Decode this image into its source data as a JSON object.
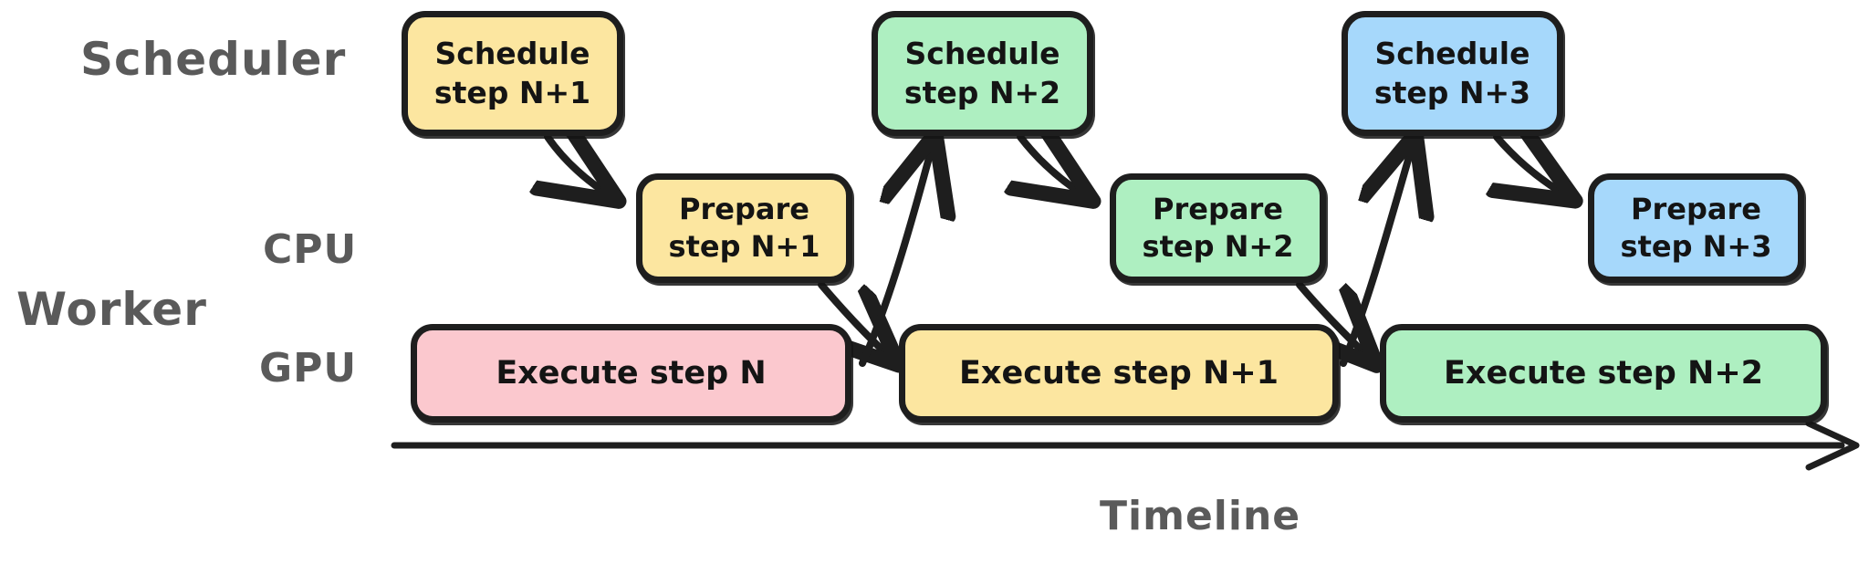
{
  "diagram": {
    "title_absent": true,
    "background_color": "#ffffff",
    "row_labels": {
      "scheduler": "Scheduler",
      "worker": "Worker",
      "cpu": "CPU",
      "gpu": "GPU"
    },
    "axis": {
      "label": "Timeline",
      "direction": "left-to-right",
      "arrow_color": "#1e1e1e"
    },
    "palette": {
      "yellow": "#FCE6A0",
      "green": "#AEEFC1",
      "blue": "#A6D8FB",
      "pink": "#FBC8CE",
      "outline": "#1e1e1e",
      "label_gray": "#5a5a5a"
    },
    "schedule_nodes": [
      {
        "label": "Schedule\nstep N+1",
        "color": "#FCE6A0"
      },
      {
        "label": "Schedule\nstep N+2",
        "color": "#AEEFC1"
      },
      {
        "label": "Schedule\nstep N+3",
        "color": "#A6D8FB"
      }
    ],
    "prepare_nodes": [
      {
        "label": "Prepare\nstep N+1",
        "color": "#FCE6A0"
      },
      {
        "label": "Prepare\nstep N+2",
        "color": "#AEEFC1"
      },
      {
        "label": "Prepare\nstep N+3",
        "color": "#A6D8FB"
      }
    ],
    "execute_nodes": [
      {
        "label": "Execute step N",
        "color": "#FBC8CE"
      },
      {
        "label": "Execute step N+1",
        "color": "#FCE6A0"
      },
      {
        "label": "Execute step N+2",
        "color": "#AEEFC1"
      }
    ],
    "edges": [
      {
        "from": "Schedule step N+1",
        "to": "Prepare step N+1"
      },
      {
        "from": "Prepare step N+1",
        "to": "Execute step N+1"
      },
      {
        "from": "Execute step N",
        "to": "Schedule step N+2"
      },
      {
        "from": "Schedule step N+2",
        "to": "Prepare step N+2"
      },
      {
        "from": "Prepare step N+2",
        "to": "Execute step N+2"
      },
      {
        "from": "Execute step N+1",
        "to": "Schedule step N+3"
      },
      {
        "from": "Schedule step N+3",
        "to": "Prepare step N+3"
      }
    ]
  }
}
